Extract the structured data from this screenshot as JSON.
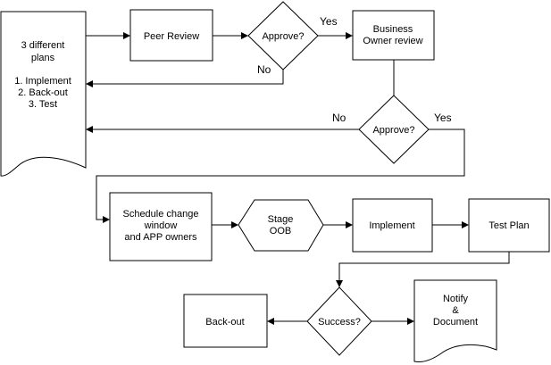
{
  "nodes": {
    "plans": {
      "line1": "3 different",
      "line2": "plans",
      "item1": "1. Implement",
      "item2": "2. Back-out",
      "item3": "3. Test"
    },
    "peer_review": "Peer Review",
    "approve_1": "Approve?",
    "business_owner": {
      "line1": "Business",
      "line2": "Owner review"
    },
    "approve_2": "Approve?",
    "schedule": {
      "line1": "Schedule change",
      "line2": "window",
      "line3": "and APP owners"
    },
    "stage": {
      "line1": "Stage",
      "line2": "OOB"
    },
    "implement": "Implement",
    "test_plan": "Test Plan",
    "success": "Success?",
    "backout": "Back-out",
    "notify": {
      "line1": "Notify",
      "line2": "&",
      "line3": "Document"
    }
  },
  "edge_labels": {
    "approve1_yes": "Yes",
    "approve1_no": "No",
    "approve2_no": "No",
    "approve2_yes": "Yes"
  }
}
